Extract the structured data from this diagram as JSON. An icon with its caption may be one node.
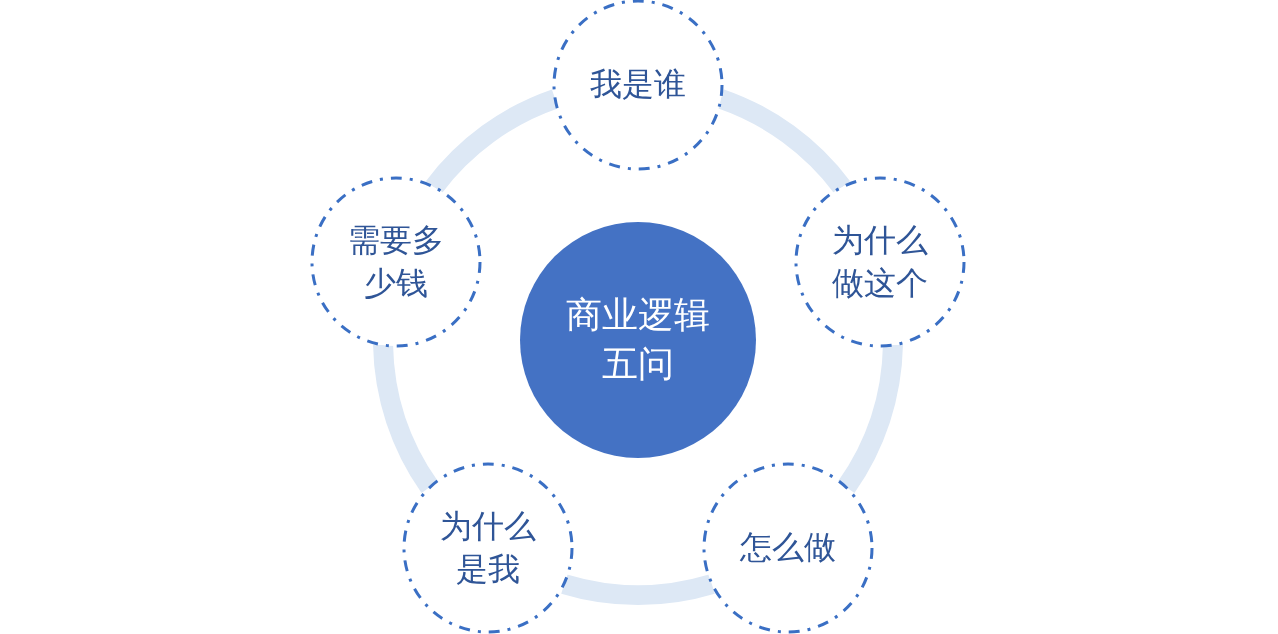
{
  "diagram": {
    "nodes": [
      {
        "text": [
          "商业逻辑五问"
        ]
      },
      {
        "text": [
          "我是谁"
        ]
      },
      {
        "text": [
          "为什么做这个"
        ]
      },
      {
        "text": [
          "怎么做"
        ]
      },
      {
        "text": [
          "为什么是我"
        ]
      },
      {
        "text": [
          "需要多少钱"
        ]
      }
    ],
    "edges": [
      {
        "from": 1,
        "to": 2,
        "arrow": "none"
      },
      {
        "from": 2,
        "to": 3,
        "arrow": "none"
      },
      {
        "from": 3,
        "to": 4,
        "arrow": "none"
      },
      {
        "from": 4,
        "to": 5,
        "arrow": "none"
      },
      {
        "from": 5,
        "to": 1,
        "arrow": "none"
      }
    ]
  }
}
